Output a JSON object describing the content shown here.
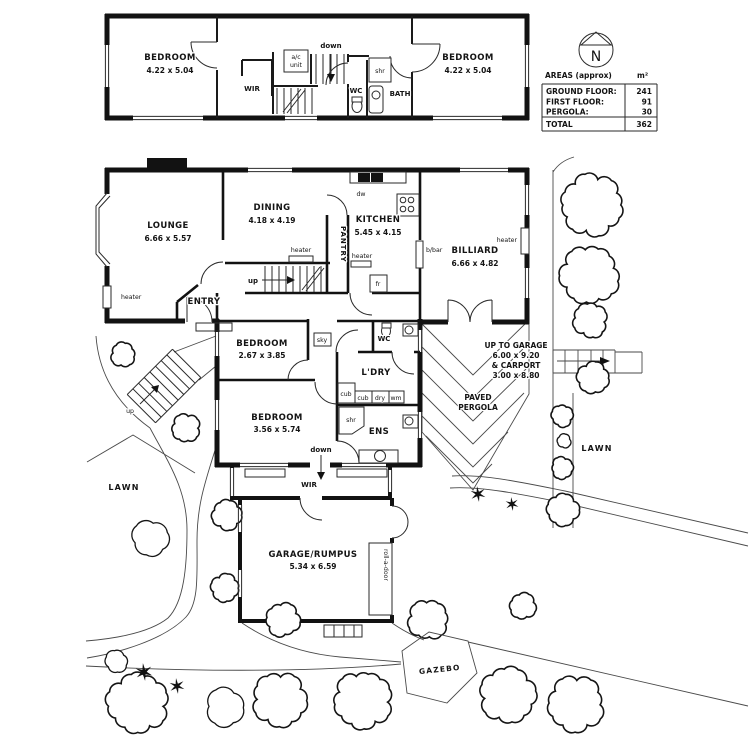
{
  "north_label": "N",
  "areas_table": {
    "title": "AREAS (approx)",
    "unit": "m²",
    "rows": [
      {
        "label": "GROUND FLOOR:",
        "value": "241"
      },
      {
        "label": "FIRST FLOOR:",
        "value": "91"
      },
      {
        "label": "PERGOLA:",
        "value": "30"
      }
    ],
    "total_label": "TOTAL",
    "total_value": "362"
  },
  "first_floor": {
    "bedroom_left_name": "BEDROOM",
    "bedroom_left_dims": "4.22 x 5.04",
    "bedroom_right_name": "BEDROOM",
    "bedroom_right_dims": "4.22 x 5.04",
    "wir": "WIR",
    "ac_line1": "a/c",
    "ac_line2": "unit",
    "down": "down",
    "shr": "shr",
    "wc": "WC",
    "bath": "BATH"
  },
  "ground_floor": {
    "lounge_name": "LOUNGE",
    "lounge_dims": "6.66 x 5.57",
    "dining_name": "DINING",
    "dining_dims": "4.18 x 4.19",
    "kitchen_name": "KITCHEN",
    "kitchen_dims": "5.45 x 4.15",
    "billiard_name": "BILLIARD",
    "billiard_dims": "6.66 x 4.82",
    "bedroom1_name": "BEDROOM",
    "bedroom1_dims": "2.67 x 3.85",
    "bedroom2_name": "BEDROOM",
    "bedroom2_dims": "3.56 x 5.74",
    "garage_name": "GARAGE/RUMPUS",
    "garage_dims": "5.34 x 6.59",
    "entry": "ENTRY",
    "pantry": "PANTRY",
    "ldry": "L'DRY",
    "ens": "ENS",
    "wir": "WIR",
    "wc": "WC",
    "up": "up",
    "down": "down",
    "sky": "sky",
    "shr": "shr",
    "heater": "heater",
    "cub": "cub",
    "dry": "dry",
    "wm": "wm",
    "dw": "dw",
    "fr": "fr",
    "bbar": "b/bar",
    "roll_a_door": "roll-a-door"
  },
  "site": {
    "up_to_garage_line1": "UP TO GARAGE",
    "up_to_garage_line2": "6.00 x 9.20",
    "up_to_garage_line3": "& CARPORT",
    "up_to_garage_line4": "3.00 x 8.80",
    "paved_line1": "PAVED",
    "paved_line2": "PERGOLA",
    "lawn": "LAWN",
    "gazebo": "GAZEBO",
    "up": "up"
  }
}
